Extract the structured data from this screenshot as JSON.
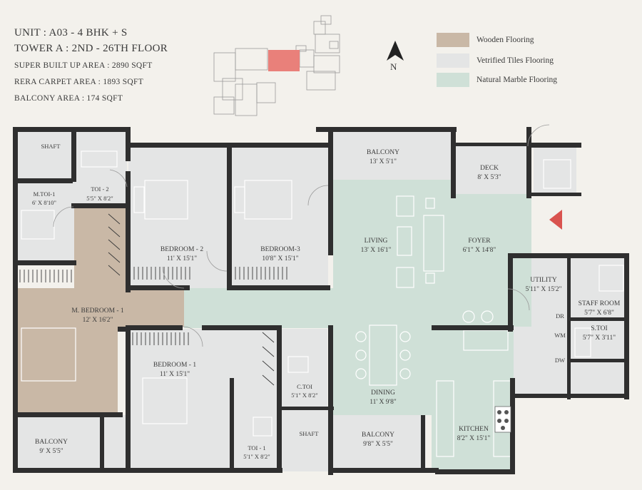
{
  "header": {
    "unit": "UNIT : A03 - 4 BHK + S",
    "tower": "TOWER A : 2ND - 26TH  FLOOR",
    "super_built_up": "SUPER BUILT UP AREA : 2890 SQFT",
    "rera_carpet": "RERA CARPET AREA : 1893 SQFT",
    "balcony_area": "BALCONY AREA : 174 SQFT"
  },
  "legend": [
    {
      "label": "Wooden Flooring",
      "color": "#c9b8a6"
    },
    {
      "label": "Vetrified Tiles Flooring",
      "color": "#e4e5e5"
    },
    {
      "label": "Natural Marble Flooring",
      "color": "#cfe0d7"
    }
  ],
  "compass": {
    "label": "N"
  },
  "colors": {
    "wall": "#2f2f2f",
    "highlight_unit": "#e9807a",
    "entry_arrow": "#d9534f"
  },
  "rooms": {
    "shaft_top": "SHAFT",
    "toi2": {
      "name": "TOI - 2",
      "dim": "5'5\" X 8'2\""
    },
    "mtoi1": {
      "name": "M.TOI-1",
      "dim": "6' X 8'10\""
    },
    "bedroom2": {
      "name": "BEDROOM - 2",
      "dim": "11' X 15'1\""
    },
    "bedroom3": {
      "name": "BEDROOM-3",
      "dim": "10'8\" X 15'1\""
    },
    "balcony_top": {
      "name": "BALCONY",
      "dim": "13' X 5'1\""
    },
    "deck": {
      "name": "DECK",
      "dim": "8' X 5'3\""
    },
    "living": {
      "name": "LIVING",
      "dim": "13' X 16'1\""
    },
    "foyer": {
      "name": "FOYER",
      "dim": "6'1\" X 14'8\""
    },
    "mbedroom": {
      "name": "M. BEDROOM - 1",
      "dim": "12' X 16'2\""
    },
    "utility": {
      "name": "UTILITY",
      "dim": "5'11\" X 15'2\""
    },
    "staffroom": {
      "name": "STAFF ROOM",
      "dim": "5'7\" X 6'8\""
    },
    "stoi": {
      "name": "S.TOI",
      "dim": "5'7\" X 3'11\""
    },
    "dr": "DR",
    "wm": "WM",
    "dw": "DW",
    "bedroom1": {
      "name": "BEDROOM - 1",
      "dim": "11' X 15'1\""
    },
    "ctoi": {
      "name": "C.TOI",
      "dim": "5'1\" X 8'2\""
    },
    "dining": {
      "name": "DINING",
      "dim": "11' X 9'8\""
    },
    "balcony_left": {
      "name": "BALCONY",
      "dim": "9' X 5'5\""
    },
    "toi1": {
      "name": "TOI - 1",
      "dim": "5'1\" X 8'2\""
    },
    "shaft_bottom": "SHAFT",
    "balcony_bottom": {
      "name": "BALCONY",
      "dim": "9'8\" X 5'5\""
    },
    "kitchen": {
      "name": "KITCHEN",
      "dim": "8'2\" X 15'1\""
    }
  }
}
